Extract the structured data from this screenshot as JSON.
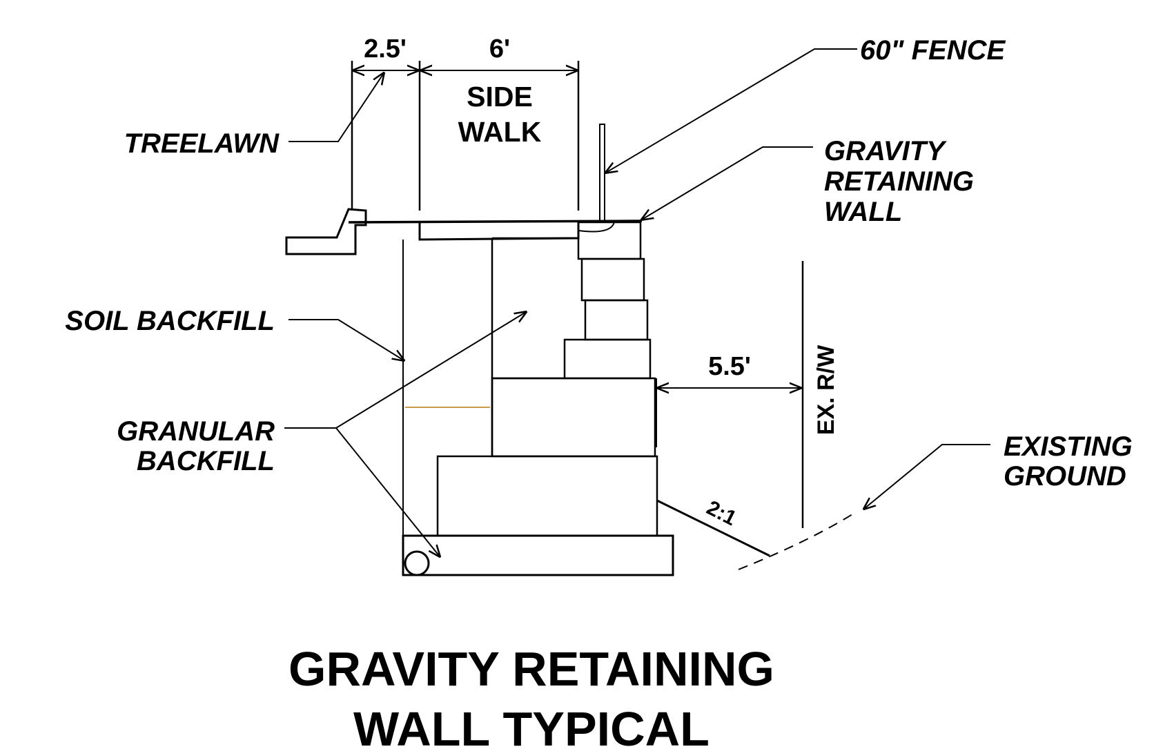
{
  "dimensions": {
    "treelawn_width": "2.5'",
    "sidewalk_width": "6'",
    "offset_to_row": "5.5'",
    "slope": "2:1"
  },
  "labels": {
    "sidewalk_line1": "SIDE",
    "sidewalk_line2": "WALK",
    "treelawn": "TREELAWN",
    "fence": "60\" FENCE",
    "gravity_wall_line1": "GRAVITY",
    "gravity_wall_line2": "RETAINING",
    "gravity_wall_line3": "WALL",
    "soil_backfill": "SOIL BACKFILL",
    "granular_line1": "GRANULAR",
    "granular_line2": "BACKFILL",
    "existing_line1": "EXISTING",
    "existing_line2": "GROUND",
    "row": "EX. R/W"
  },
  "title": {
    "line1": "GRAVITY RETAINING",
    "line2": "WALL TYPICAL"
  },
  "colors": {
    "ink": "#000000",
    "accent_line": "#c89a4a"
  }
}
